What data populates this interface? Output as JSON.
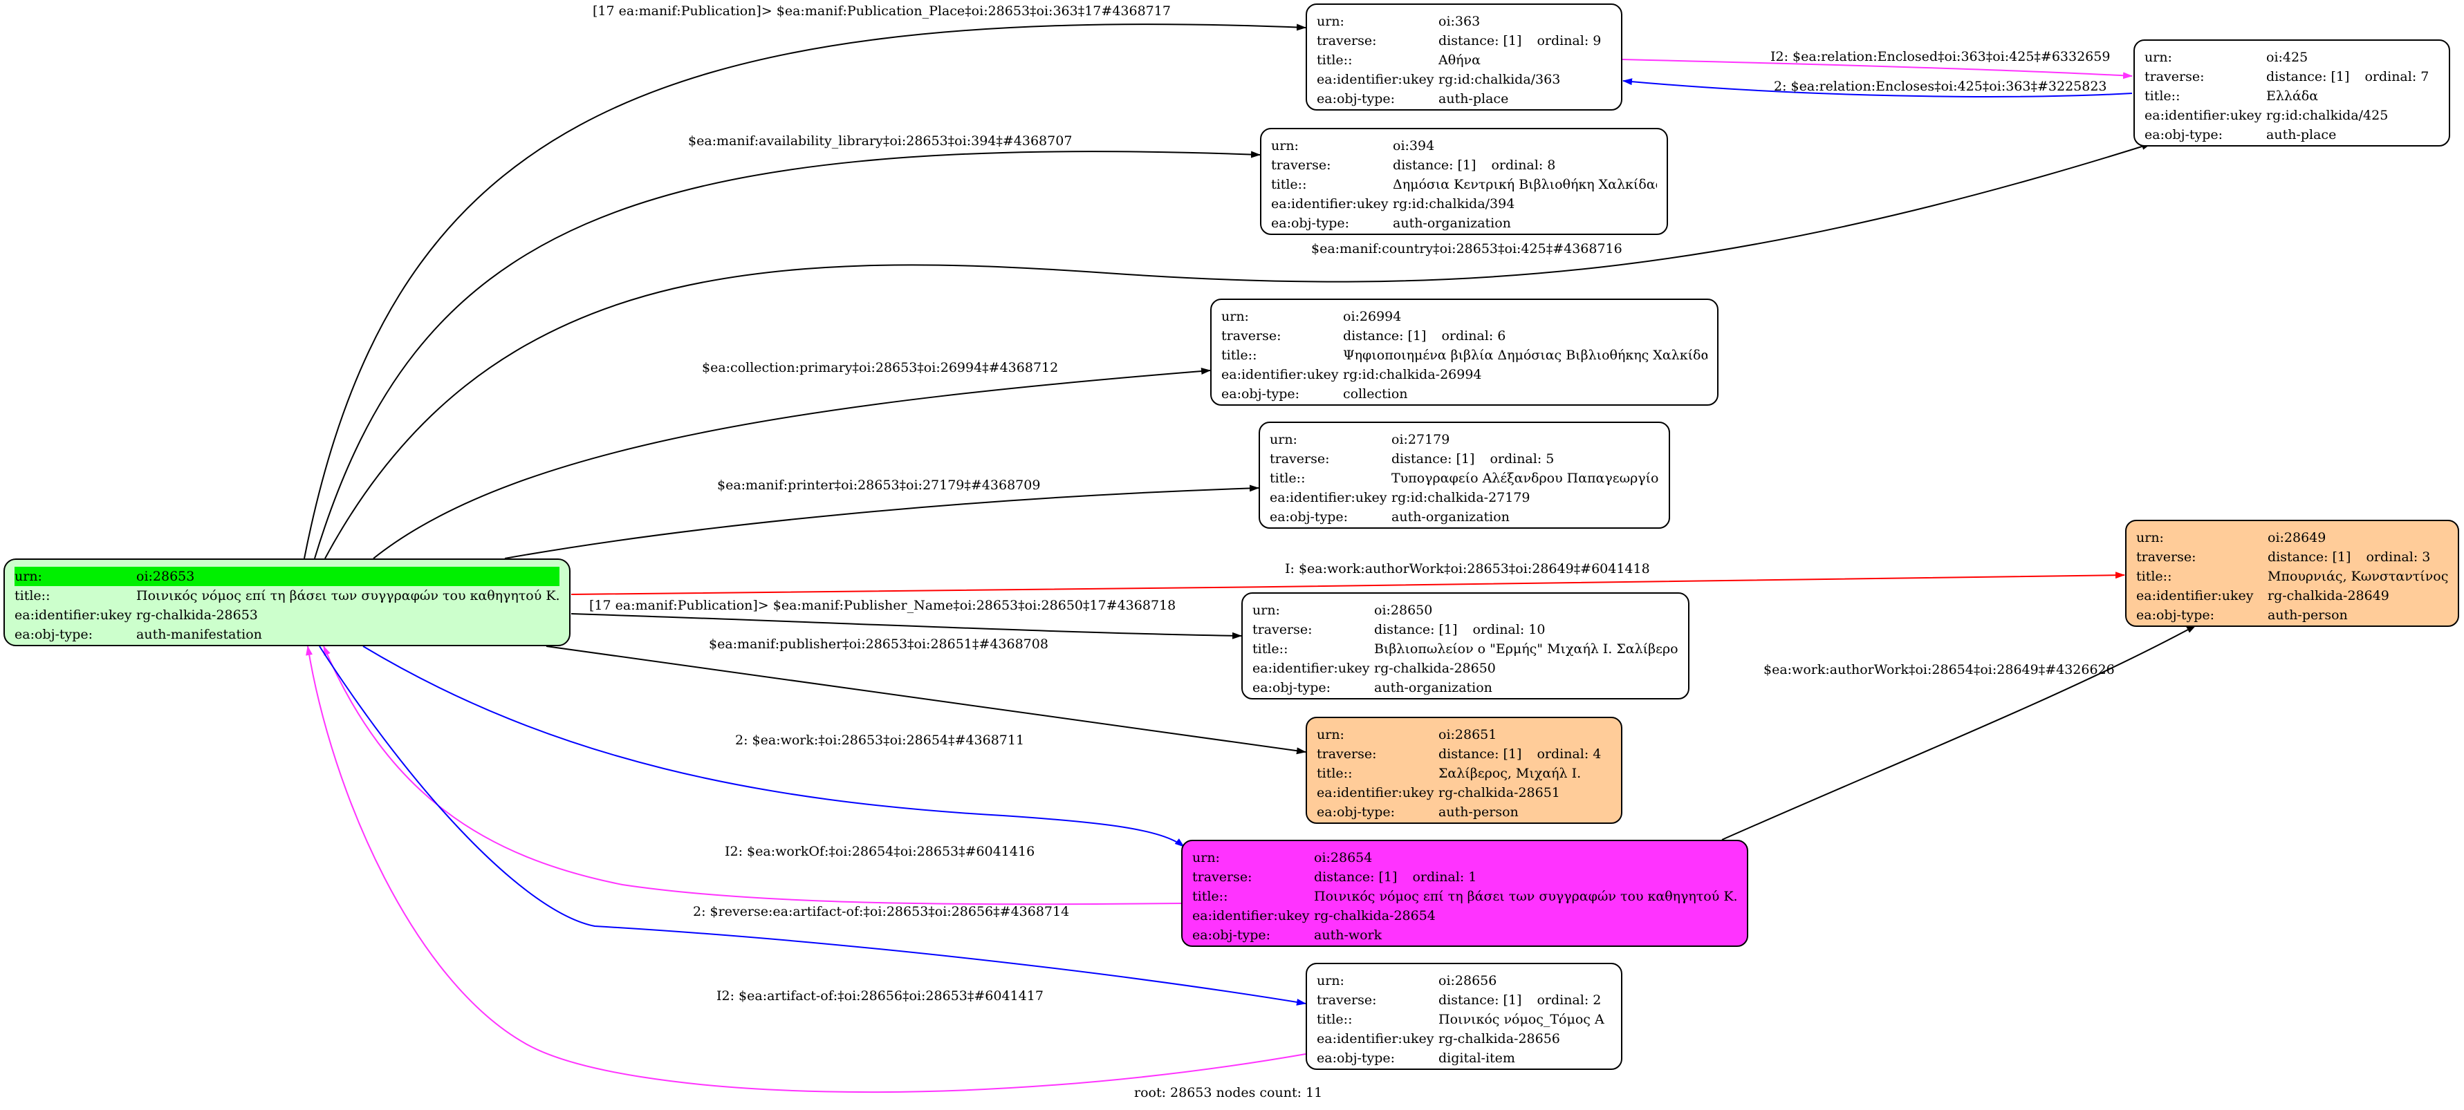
{
  "colors": {
    "root_fill": "#ccffcc",
    "root_highlight": "#00f000",
    "person_fill": "#ffcc99",
    "work_fill": "#ff33ff",
    "default_fill": "#ffffff",
    "edge_black": "#000000",
    "edge_blue": "#0000ff",
    "edge_magenta": "#ff33ff",
    "edge_red": "#ff0000"
  },
  "nodes": {
    "n28653": {
      "urn_k": "urn:",
      "urn": "oi:28653",
      "title_k": "title::",
      "title": "Ποινικός νόμος επί τη βάσει των συγγραφών του καθηγητού Κ....",
      "uk_k": "ea:identifier:ukey",
      "ukey": "rg-chalkida-28653",
      "ot_k": "ea:obj-type:",
      "type": "auth-manifestation"
    },
    "n363": {
      "urn_k": "urn:",
      "urn": "oi:363",
      "tr_k": "traverse:",
      "distance": "distance: [1]",
      "ordinal": "ordinal: 9",
      "title_k": "title::",
      "title": "Αθήνα",
      "uk_k": "ea:identifier:ukey",
      "ukey": "rg:id:chalkida/363",
      "ot_k": "ea:obj-type:",
      "type": "auth-place"
    },
    "n425": {
      "urn_k": "urn:",
      "urn": "oi:425",
      "tr_k": "traverse:",
      "distance": "distance: [1]",
      "ordinal": "ordinal: 7",
      "title_k": "title::",
      "title": "Ελλάδα",
      "uk_k": "ea:identifier:ukey",
      "ukey": "rg:id:chalkida/425",
      "ot_k": "ea:obj-type:",
      "type": "auth-place"
    },
    "n394": {
      "urn_k": "urn:",
      "urn": "oi:394",
      "tr_k": "traverse:",
      "distance": "distance: [1]",
      "ordinal": "ordinal: 8",
      "title_k": "title::",
      "title": "Δημόσια Κεντρική Βιβλιοθήκη Χαλκίδας",
      "uk_k": "ea:identifier:ukey",
      "ukey": "rg:id:chalkida/394",
      "ot_k": "ea:obj-type:",
      "type": "auth-organization"
    },
    "n26994": {
      "urn_k": "urn:",
      "urn": "oi:26994",
      "tr_k": "traverse:",
      "distance": "distance: [1]",
      "ordinal": "ordinal: 6",
      "title_k": "title::",
      "title": "Ψηφιοποιημένα βιβλία Δημόσιας Βιβλιοθήκης Χαλκίδας",
      "uk_k": "ea:identifier:ukey",
      "ukey": "rg:id:chalkida-26994",
      "ot_k": "ea:obj-type:",
      "type": "collection"
    },
    "n27179": {
      "urn_k": "urn:",
      "urn": "oi:27179",
      "tr_k": "traverse:",
      "distance": "distance: [1]",
      "ordinal": "ordinal: 5",
      "title_k": "title::",
      "title": "Τυπογραφείο Αλέξανδρου Παπαγεωργίου",
      "uk_k": "ea:identifier:ukey",
      "ukey": "rg:id:chalkida-27179",
      "ot_k": "ea:obj-type:",
      "type": "auth-organization"
    },
    "n28649": {
      "urn_k": "urn:",
      "urn": "oi:28649",
      "tr_k": "traverse:",
      "distance": "distance: [1]",
      "ordinal": "ordinal: 3",
      "title_k": "title::",
      "title": "Μπουρνιάς, Κωνσταντίνος Α.",
      "uk_k": "ea:identifier:ukey",
      "ukey": "rg-chalkida-28649",
      "ot_k": "ea:obj-type:",
      "type": "auth-person"
    },
    "n28650": {
      "urn_k": "urn:",
      "urn": "oi:28650",
      "tr_k": "traverse:",
      "distance": "distance: [1]",
      "ordinal": "ordinal: 10",
      "title_k": "title::",
      "title": "Βιβλιοπωλείον ο \"Ερμής\" Μιχαήλ Ι. Σαλίβερου",
      "uk_k": "ea:identifier:ukey",
      "ukey": "rg-chalkida-28650",
      "ot_k": "ea:obj-type:",
      "type": "auth-organization"
    },
    "n28651": {
      "urn_k": "urn:",
      "urn": "oi:28651",
      "tr_k": "traverse:",
      "distance": "distance: [1]",
      "ordinal": "ordinal: 4",
      "title_k": "title::",
      "title": "Σαλίβερος, Μιχαήλ Ι.",
      "uk_k": "ea:identifier:ukey",
      "ukey": "rg-chalkida-28651",
      "ot_k": "ea:obj-type:",
      "type": "auth-person"
    },
    "n28654": {
      "urn_k": "urn:",
      "urn": "oi:28654",
      "tr_k": "traverse:",
      "distance": "distance: [1]",
      "ordinal": "ordinal: 1",
      "title_k": "title::",
      "title": "Ποινικός νόμος επί τη βάσει των συγγραφών του καθηγητού Κ....",
      "uk_k": "ea:identifier:ukey",
      "ukey": "rg-chalkida-28654",
      "ot_k": "ea:obj-type:",
      "type": "auth-work"
    },
    "n28656": {
      "urn_k": "urn:",
      "urn": "oi:28656",
      "tr_k": "traverse:",
      "distance": "distance: [1]",
      "ordinal": "ordinal: 2",
      "title_k": "title::",
      "title": "Ποινικός νόμος_Τόμος Α",
      "uk_k": "ea:identifier:ukey",
      "ukey": "rg-chalkida-28656",
      "ot_k": "ea:obj-type:",
      "type": "digital-item"
    }
  },
  "edges": [
    {
      "id": "e1",
      "label": "[17 ea:manif:Publication]> $ea:manif:Publication_Place‡oi:28653‡oi:363‡17#4368717",
      "color": "edge_black"
    },
    {
      "id": "e2",
      "label": "$ea:manif:availability_library‡oi:28653‡oi:394‡#4368707",
      "color": "edge_black"
    },
    {
      "id": "e3",
      "label": "$ea:manif:country‡oi:28653‡oi:425‡#4368716",
      "color": "edge_black"
    },
    {
      "id": "e4",
      "label": "$ea:collection:primary‡oi:28653‡oi:26994‡#4368712",
      "color": "edge_black"
    },
    {
      "id": "e5",
      "label": "$ea:manif:printer‡oi:28653‡oi:27179‡#4368709",
      "color": "edge_black"
    },
    {
      "id": "e6",
      "label": "I: $ea:work:authorWork‡oi:28653‡oi:28649‡#6041418",
      "color": "edge_red"
    },
    {
      "id": "e7",
      "label": "[17 ea:manif:Publication]> $ea:manif:Publisher_Name‡oi:28653‡oi:28650‡17#4368718",
      "color": "edge_black"
    },
    {
      "id": "e8",
      "label": "$ea:manif:publisher‡oi:28653‡oi:28651‡#4368708",
      "color": "edge_black"
    },
    {
      "id": "e9",
      "label": "2: $ea:work:‡oi:28653‡oi:28654‡#4368711",
      "color": "edge_blue"
    },
    {
      "id": "e10",
      "label": "I2: $ea:workOf:‡oi:28654‡oi:28653‡#6041416",
      "color": "edge_magenta"
    },
    {
      "id": "e11",
      "label": "2: $reverse:ea:artifact-of:‡oi:28653‡oi:28656‡#4368714",
      "color": "edge_blue"
    },
    {
      "id": "e12",
      "label": "I2: $ea:artifact-of:‡oi:28656‡oi:28653‡#6041417",
      "color": "edge_magenta"
    },
    {
      "id": "e13",
      "label": "$ea:work:authorWork‡oi:28654‡oi:28649‡#4326626",
      "color": "edge_black"
    },
    {
      "id": "e14",
      "label": "I2: $ea:relation:Enclosed‡oi:363‡oi:425‡#6332659",
      "color": "edge_magenta"
    },
    {
      "id": "e15",
      "label": "2: $ea:relation:Encloses‡oi:425‡oi:363‡#3225823",
      "color": "edge_blue"
    }
  ],
  "footer": "root: 28653 nodes count: 11"
}
